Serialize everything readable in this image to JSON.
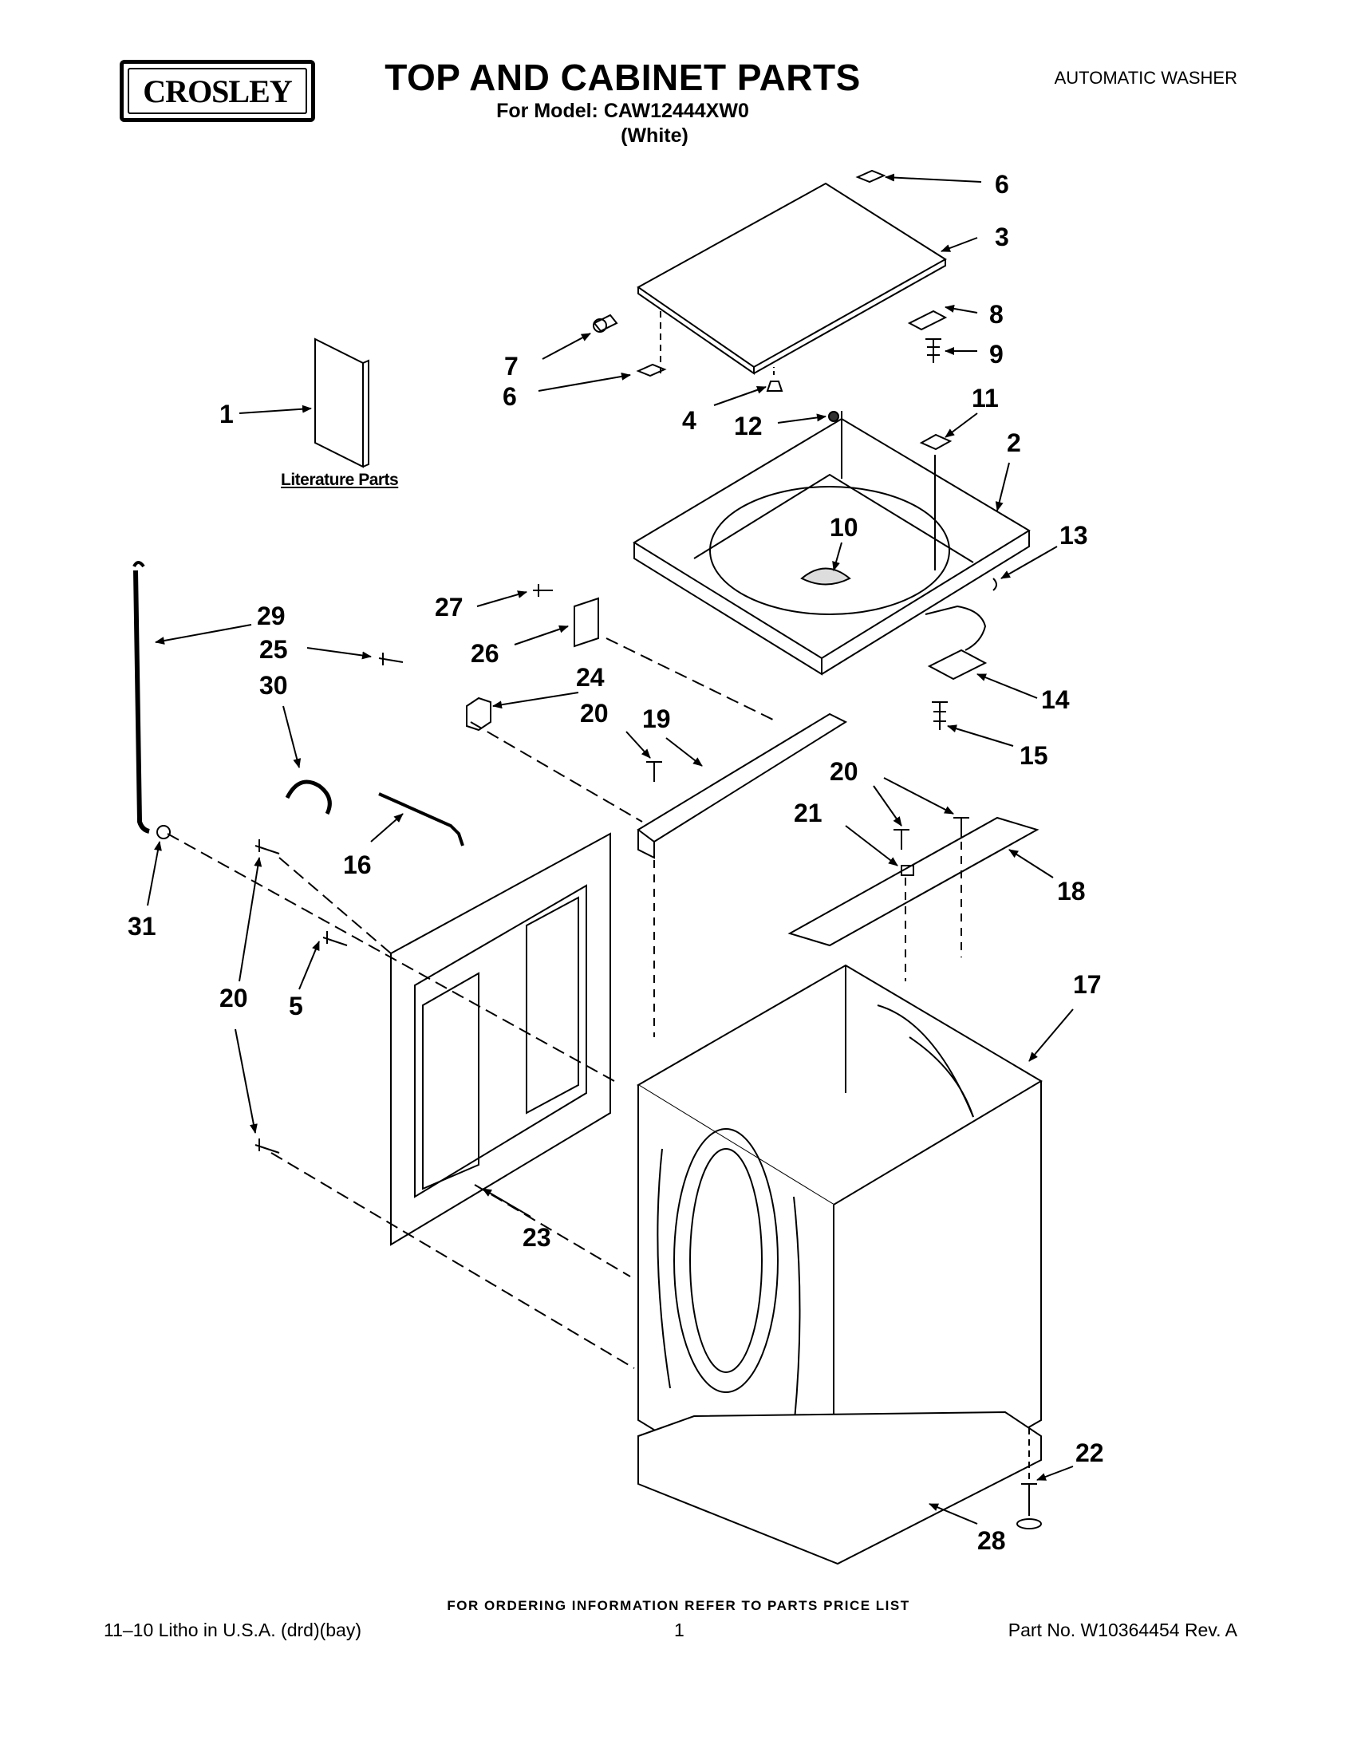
{
  "header": {
    "brand": "CROSLEY",
    "title": "TOP AND CABINET PARTS",
    "model_line": "For Model: CAW12444XW0",
    "color_line": "(White)",
    "doc_type": "AUTOMATIC WASHER"
  },
  "literature_label": "Literature Parts",
  "callouts": [
    {
      "id": "c6a",
      "label": "6"
    },
    {
      "id": "c3",
      "label": "3"
    },
    {
      "id": "c8",
      "label": "8"
    },
    {
      "id": "c9",
      "label": "9"
    },
    {
      "id": "c7",
      "label": "7"
    },
    {
      "id": "c6b",
      "label": "6"
    },
    {
      "id": "c1",
      "label": "1"
    },
    {
      "id": "c4",
      "label": "4"
    },
    {
      "id": "c12",
      "label": "12"
    },
    {
      "id": "c11",
      "label": "11"
    },
    {
      "id": "c2",
      "label": "2"
    },
    {
      "id": "c10",
      "label": "10"
    },
    {
      "id": "c13",
      "label": "13"
    },
    {
      "id": "c27",
      "label": "27"
    },
    {
      "id": "c29",
      "label": "29"
    },
    {
      "id": "c25",
      "label": "25"
    },
    {
      "id": "c26",
      "label": "26"
    },
    {
      "id": "c30",
      "label": "30"
    },
    {
      "id": "c24",
      "label": "24"
    },
    {
      "id": "c20a",
      "label": "20"
    },
    {
      "id": "c19",
      "label": "19"
    },
    {
      "id": "c14",
      "label": "14"
    },
    {
      "id": "c15",
      "label": "15"
    },
    {
      "id": "c20b",
      "label": "20"
    },
    {
      "id": "c21",
      "label": "21"
    },
    {
      "id": "c16",
      "label": "16"
    },
    {
      "id": "c18",
      "label": "18"
    },
    {
      "id": "c31",
      "label": "31"
    },
    {
      "id": "c5",
      "label": "5"
    },
    {
      "id": "c20c",
      "label": "20"
    },
    {
      "id": "c17",
      "label": "17"
    },
    {
      "id": "c23",
      "label": "23"
    },
    {
      "id": "c22",
      "label": "22"
    },
    {
      "id": "c28",
      "label": "28"
    }
  ],
  "footer": {
    "ordering_note": "FOR ORDERING INFORMATION REFER TO PARTS PRICE LIST",
    "litho": "11–10 Litho in U.S.A. (drd)(bay)",
    "page_number": "1",
    "part_number": "Part No. W10364454 Rev. A"
  }
}
